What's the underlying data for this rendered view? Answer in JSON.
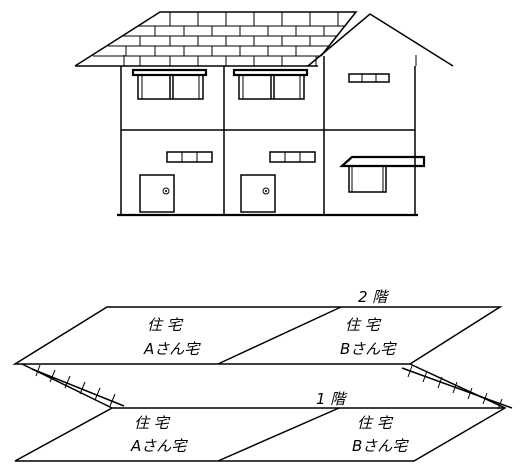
{
  "floors": {
    "upper": {
      "label": "2 階",
      "left_unit": {
        "line1": "住 宅",
        "line2": "Aさん宅"
      },
      "right_unit": {
        "line1": "住 宅",
        "line2": "Bさん宅"
      }
    },
    "lower": {
      "label": "1 階",
      "left_unit": {
        "line1": "住 宅",
        "line2": "Aさん宅"
      },
      "right_unit": {
        "line1": "住 宅",
        "line2": "Bさん宅"
      }
    }
  }
}
